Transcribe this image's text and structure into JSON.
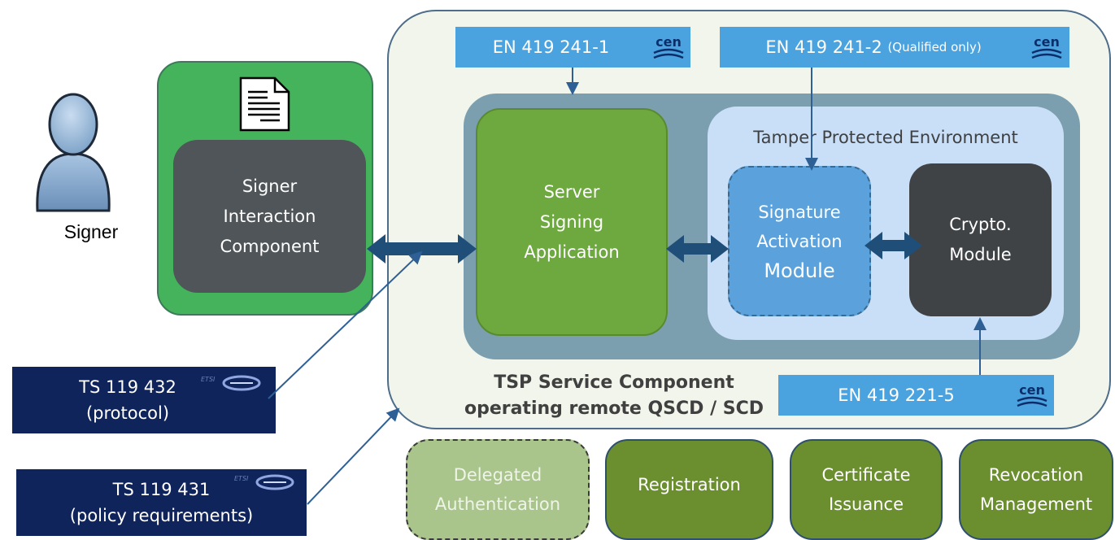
{
  "signer": {
    "label": "Signer"
  },
  "signer_interaction": {
    "line1": "Signer",
    "line2": "Interaction",
    "line3": "Component"
  },
  "server_signing": {
    "line1": "Server",
    "line2": "Signing",
    "line3": "Application"
  },
  "tamper": {
    "title": "Tamper Protected Environment"
  },
  "sam": {
    "line1": "Signature",
    "line2": "Activation",
    "line3": "Module"
  },
  "crypto": {
    "line1": "Crypto.",
    "line2": "Module"
  },
  "standards": {
    "en1": {
      "label": "EN 419 241-1",
      "logo_text": "cen"
    },
    "en2": {
      "label": "EN 419 241-2",
      "note": "(Qualified only)",
      "logo_text": "cen"
    },
    "en3": {
      "label": "EN 419 221-5",
      "logo_text": "cen"
    },
    "ts432": {
      "line1": "TS 119 432",
      "line2": "(protocol)",
      "logo_text": "ETSI"
    },
    "ts431": {
      "line1": "TS 119 431",
      "line2": "(policy requirements)",
      "logo_text": "ETSI"
    }
  },
  "tsp": {
    "line1": "TSP Service Component",
    "line2": "operating remote QSCD / SCD"
  },
  "bottom_boxes": {
    "delegated": {
      "line1": "Delegated",
      "line2": "Authentication"
    },
    "registration": {
      "line1": "Registration"
    },
    "certificate": {
      "line1": "Certificate",
      "line2": "Issuance"
    },
    "revocation": {
      "line1": "Revocation",
      "line2": "Management"
    }
  },
  "colors": {
    "signer_panel": "#45b35c",
    "server_app": "#6ea93f",
    "sam": "#5ba2dd",
    "crypto": "#3f4346",
    "cen_label": "#4aa3df",
    "etsi_label": "#10245c",
    "arrow": "#1f4e79"
  },
  "icons": {
    "signer": "person-icon",
    "document": "document-icon",
    "cen": "cen-logo",
    "etsi": "etsi-logo"
  }
}
